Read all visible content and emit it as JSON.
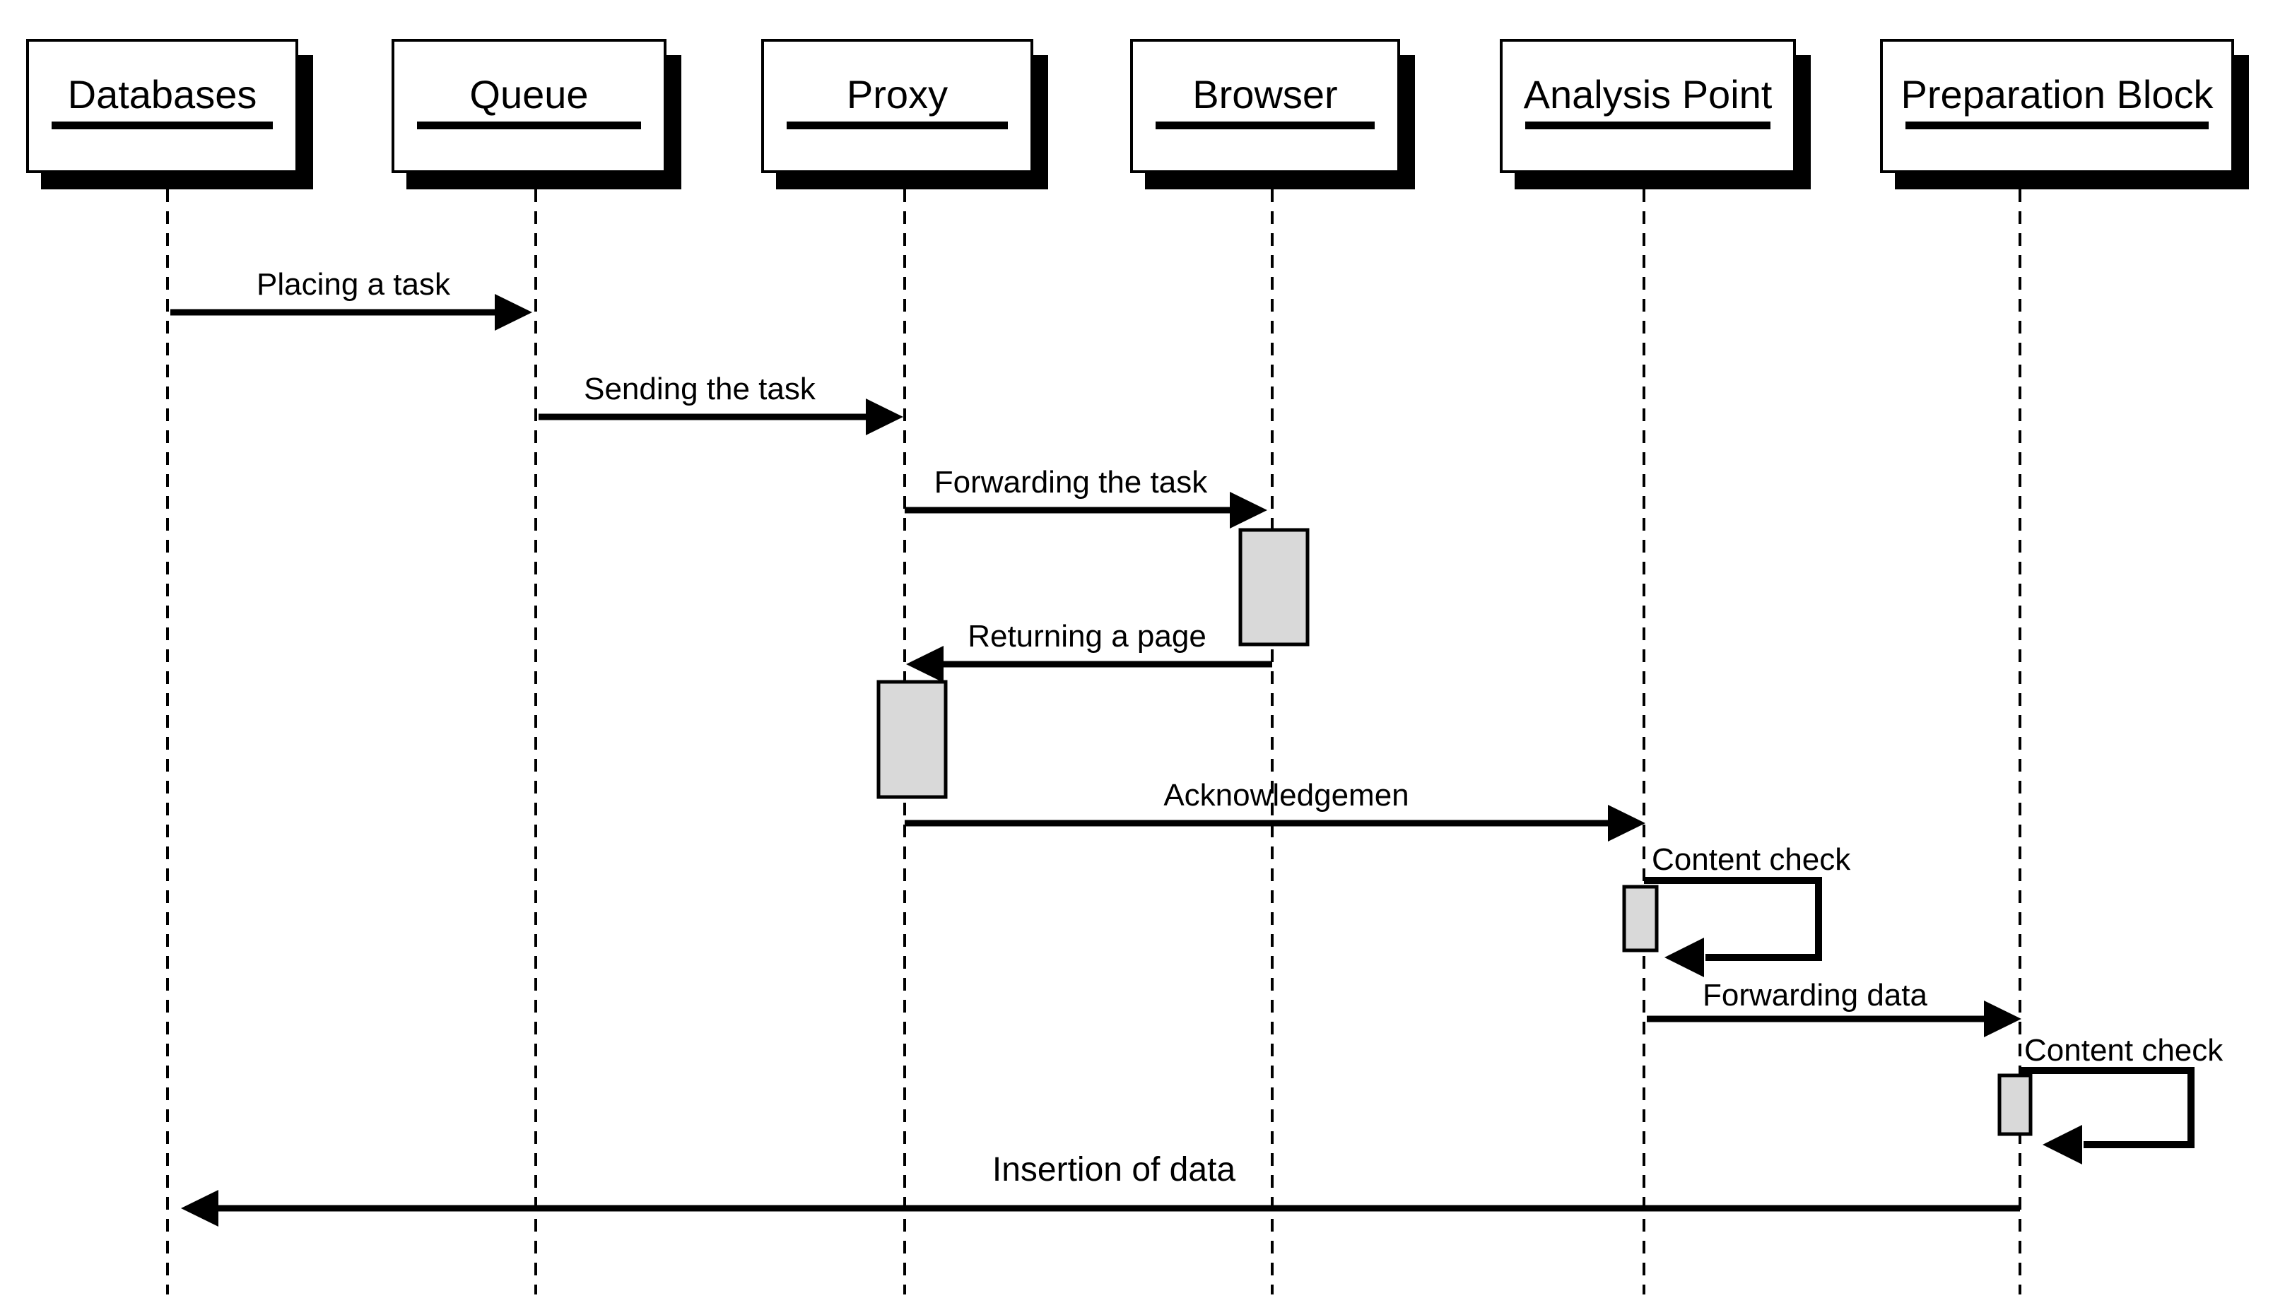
{
  "diagram": {
    "type": "uml-sequence-diagram",
    "background_color": "#ffffff",
    "line_color": "#000000",
    "activation_fill_color": "#d9d9d9"
  },
  "actors": [
    {
      "name": "Databases"
    },
    {
      "name": "Queue"
    },
    {
      "name": "Proxy"
    },
    {
      "name": "Browser"
    },
    {
      "name": "Analysis Point"
    },
    {
      "name": "Preparation Block"
    }
  ],
  "messages": [
    {
      "label": "Placing a task",
      "from": "Databases",
      "to": "Queue",
      "direction": "right"
    },
    {
      "label": "Sending the task",
      "from": "Queue",
      "to": "Proxy",
      "direction": "right"
    },
    {
      "label": "Forwarding the task",
      "from": "Proxy",
      "to": "Browser",
      "direction": "right"
    },
    {
      "label": "Returning a page",
      "from": "Browser",
      "to": "Proxy",
      "direction": "left"
    },
    {
      "label": "Acknowledgemen",
      "from": "Proxy",
      "to": "Analysis Point",
      "direction": "right"
    },
    {
      "label": "Content check",
      "from": "Analysis Point",
      "to": "Analysis Point",
      "direction": "self"
    },
    {
      "label": "Forwarding data",
      "from": "Analysis Point",
      "to": "Preparation Block",
      "direction": "right"
    },
    {
      "label": "Content check",
      "from": "Preparation Block",
      "to": "Preparation Block",
      "direction": "self"
    },
    {
      "label": "Insertion of data",
      "from": "Preparation Block",
      "to": "Databases",
      "direction": "left"
    }
  ]
}
